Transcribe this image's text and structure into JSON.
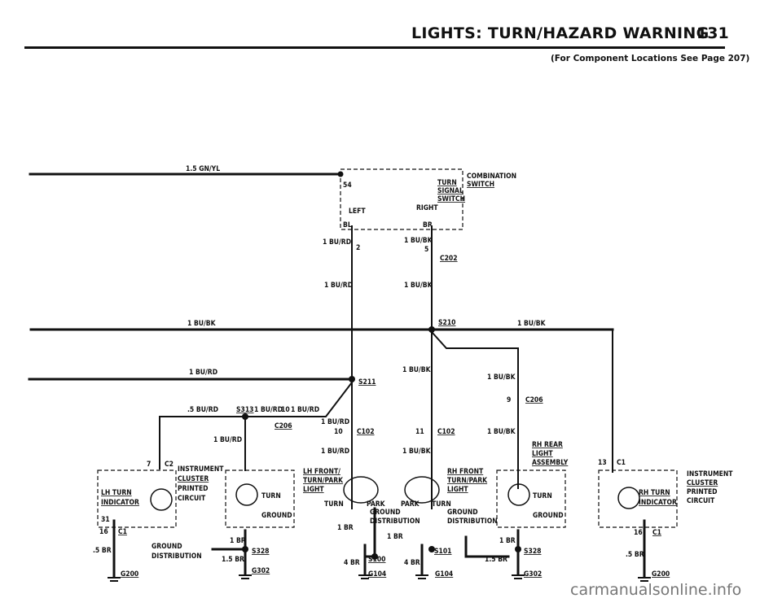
{
  "header": {
    "title": "LIGHTS: TURN/HAZARD WARNING",
    "page_number": "131",
    "reference": "(For Component Locations See Page 207)"
  },
  "watermark": "carmanualsonline.info",
  "wires": {
    "gn_yl": "1.5 GN/YL",
    "bu_bk_left": "1 BU/BK",
    "bu_bk_right": "1 BU/BK",
    "bu_rd_left": "1 BU/RD",
    "bu_rd_05": ".5 BU/RD",
    "s313": "S313",
    "bu_rd_splice": "1 BU/RD",
    "bu_rd_10": "10",
    "bu_rd_10b": "1 BU/RD",
    "switch_out_left": "1 BU/RD",
    "switch_out_right": "1 BU/BK",
    "mid_left": "1 BU/RD",
    "mid_right": "1 BU/BK",
    "s211_wire": "1 BU/BK",
    "right_branch": "1 BU/BK",
    "c102_left_wire": "1 BU/RD",
    "c102_right_wire": "1 BU/BK",
    "bu_rd_cluster": "1 BU/RD",
    "rear_wire": "1 BU/BK",
    "c206_wire": "1 BU/RD",
    "br_left": ".5 BR",
    "br_right": ".5 BR",
    "br_lf": "1 BR",
    "br_lf2": "4 BR",
    "br_rf": "1 BR",
    "br_rf2": "4 BR",
    "br_lr": "1 BR",
    "br_lr2": "1.5 BR",
    "br_rr": "1 BR",
    "br_rr2": "1.5 BR"
  },
  "switch": {
    "name": "COMBINATION SWITCH",
    "name_line1": "COMBINATION",
    "name_line2": "SWITCH",
    "sub_line1": "TURN",
    "sub_line2": "SIGNAL",
    "sub_line3": "SWITCH",
    "pin_in": "54",
    "left": "LEFT",
    "right": "RIGHT",
    "pin_bl": "BL",
    "pin_br": "BR"
  },
  "connectors": {
    "c202": "C202",
    "c202_pin_l": "2",
    "c202_pin_r": "5",
    "s210": "S210",
    "s211": "S211",
    "c206": "C206",
    "c206_pin": "9",
    "c206_left": "C206",
    "c102_l": "C102",
    "c102_r": "C102",
    "c102_pin_r": "11",
    "c2": "C2",
    "c2_pin": "7",
    "c1_left": "C1",
    "c1_left_pin": "16",
    "c1_right": "C1",
    "c1_right_pin": "16",
    "c1_top": "C1",
    "c1_top_pin": "13",
    "c1_31": "31",
    "s328_l": "S328",
    "s302_l": "G302",
    "g200_l": "G200",
    "g200_r": "G200",
    "s100": "S100",
    "g104_l": "G104",
    "s101": "S101",
    "g104_r": "G104",
    "s328_r": "S328",
    "g302_r": "G302"
  },
  "components": {
    "lh_cluster_1": "INSTRUMENT",
    "lh_cluster_2": "CLUSTER",
    "lh_cluster_3": "PRINTED",
    "lh_cluster_4": "CIRCUIT",
    "lh_ind_1": "LH TURN",
    "lh_ind_2": "INDICATOR",
    "rh_cluster_1": "INSTRUMENT",
    "rh_cluster_2": "CLUSTER",
    "rh_cluster_3": "PRINTED",
    "rh_cluster_4": "CIRCUIT",
    "rh_ind_1": "RH TURN",
    "rh_ind_2": "INDICATOR",
    "lh_front_1": "LH FRONT/",
    "lh_front_2": "TURN/PARK",
    "lh_front_3": "LIGHT",
    "rh_front_1": "RH FRONT",
    "rh_front_2": "TURN/PARK",
    "rh_front_3": "LIGHT",
    "rh_rear_1": "RH REAR",
    "rh_rear_2": "LIGHT",
    "rh_rear_3": "ASSEMBLY",
    "turn_lf": "TURN",
    "park_lf": "PARK",
    "park_rf": "PARK",
    "turn_rf": "TURN",
    "turn_lr": "TURN",
    "turn_rr": "TURN",
    "ground_lr": "GROUND",
    "ground_rr": "GROUND",
    "gd_l1": "GROUND",
    "gd_l2": "DISTRIBUTION",
    "gd_m1": "GROUND",
    "gd_m2": "DISTRIBUTION",
    "gd_r1": "GROUND",
    "gd_r2": "DISTRIBUTION"
  },
  "colors": {
    "ink": "#111111",
    "paper": "#ffffff"
  }
}
